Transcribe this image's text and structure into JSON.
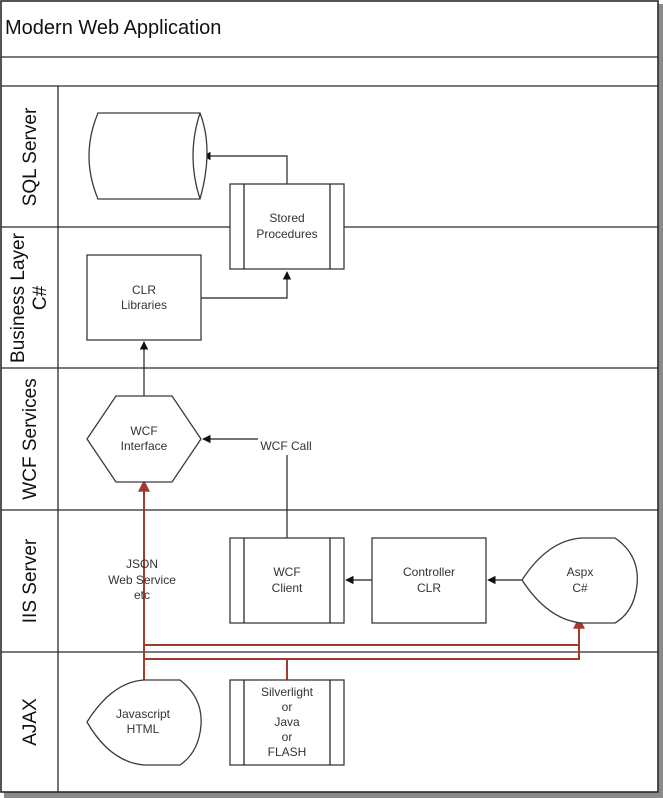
{
  "diagram": {
    "title": "Modern Web Application",
    "lanes": [
      {
        "id": "sql",
        "label": "SQL Server"
      },
      {
        "id": "business",
        "label_line1": "Business Layer",
        "label_line2": "C#"
      },
      {
        "id": "wcf",
        "label": "WCF Services"
      },
      {
        "id": "iis",
        "label": "IIS Server"
      },
      {
        "id": "ajax",
        "label": "AJAX"
      }
    ],
    "nodes": {
      "database": {
        "type": "cylinder",
        "label": ""
      },
      "stored_procedures": {
        "type": "subprocess",
        "line1": "Stored",
        "line2": "Procedures"
      },
      "clr_libraries": {
        "type": "process",
        "line1": "CLR",
        "line2": "Libraries"
      },
      "wcf_interface": {
        "type": "hexagon",
        "line1": "WCF",
        "line2": "Interface"
      },
      "wcf_client": {
        "type": "subprocess",
        "line1": "WCF",
        "line2": "Client"
      },
      "controller_clr": {
        "type": "process",
        "line1": "Controller",
        "line2": "CLR"
      },
      "aspx": {
        "type": "display",
        "line1": "Aspx",
        "line2": "C#"
      },
      "javascript_html": {
        "type": "display",
        "line1": "Javascript",
        "line2": "HTML"
      },
      "silverlight": {
        "type": "subprocess",
        "lines": [
          "Silverlight",
          "or",
          "Java",
          "or",
          "FLASH"
        ]
      }
    },
    "labels": {
      "wcf_call": "WCF Call",
      "json_line1": "JSON",
      "json_line2": "Web Service",
      "json_line3": "etc"
    },
    "colors": {
      "line": "#2b2b2b",
      "accent_connector": "#a33a32"
    }
  }
}
